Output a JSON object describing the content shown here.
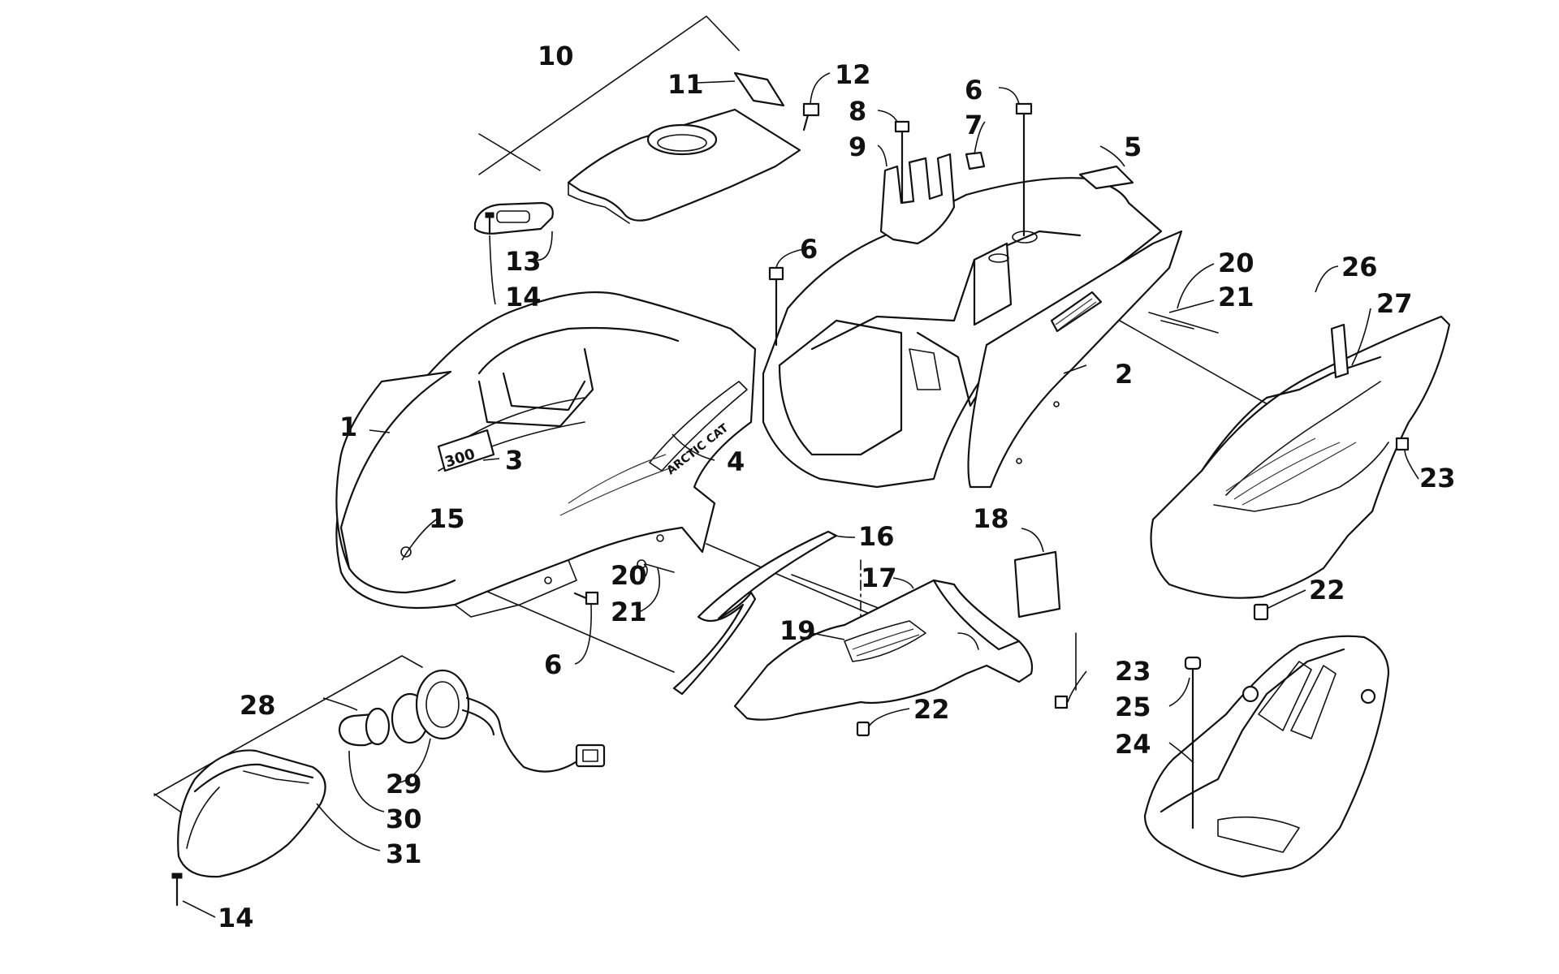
{
  "callouts": [
    "1",
    "2",
    "3",
    "4",
    "5",
    "6",
    "6",
    "6",
    "7",
    "8",
    "9",
    "10",
    "11",
    "12",
    "13",
    "14",
    "14",
    "15",
    "16",
    "17",
    "18",
    "19",
    "20",
    "20",
    "21",
    "21",
    "22",
    "22",
    "23",
    "23",
    "24",
    "25",
    "26",
    "27",
    "28",
    "29",
    "30",
    "31"
  ],
  "decal_text": {
    "model_badge": "300",
    "side_logo": "ARCTIC CAT"
  }
}
